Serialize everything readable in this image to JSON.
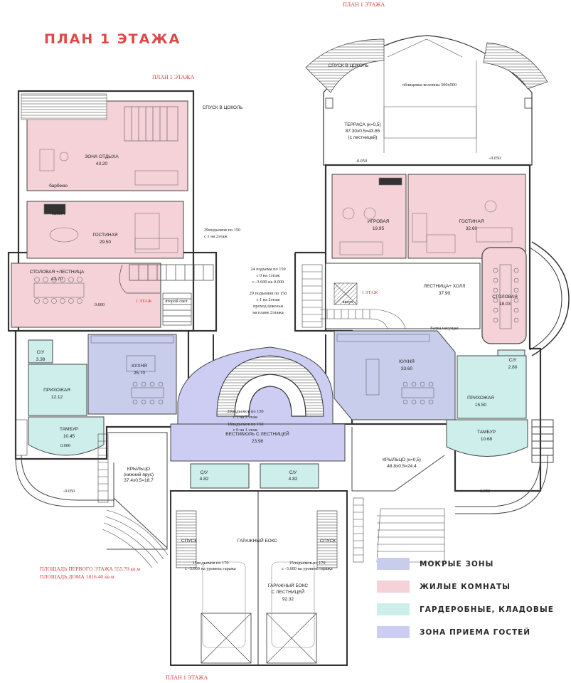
{
  "title": "ПЛАН 1 ЭТАЖА",
  "sheet_label": "ПЛАН 1 ЭТАЖА",
  "rooms": {
    "zona_otdyha": {
      "name": "ЗОНА ОТДЫХА",
      "area": "43.20"
    },
    "barbecue": {
      "name": "барбекю"
    },
    "kamin": {
      "name": "камин"
    },
    "gostinaya_left": {
      "name": "ГОСТИНАЯ",
      "area": "29.50"
    },
    "stolovaya_left": {
      "name": "СТОЛОВАЯ +ЛЕСТНИЦА",
      "area": "43.70"
    },
    "su_left": {
      "name": "С/У",
      "area": "3.38"
    },
    "kuhnya_left": {
      "name": "КУХНЯ",
      "area": "25.70"
    },
    "prihozhaya_left": {
      "name": "ПРИХОЖАЯ",
      "area": "12.12"
    },
    "tambur_left": {
      "name": "ТАМБУР",
      "area": "10.45"
    },
    "kryltso_left": {
      "name": "КРЫЛЬЦО",
      "sub": "(нижний ярус)",
      "area": "37.4х0.5=18.7"
    },
    "vestibul": {
      "name": "ВЕСТИБЮЛЬ С ЛЕСТНИЦЕЙ",
      "area": "23.98"
    },
    "su_c1": {
      "name": "С/У",
      "area": "4.82"
    },
    "su_c2": {
      "name": "С/У",
      "area": "4.82"
    },
    "garage": {
      "name": "ГАРАЖНЫЙ БОКС"
    },
    "garage_stairs": {
      "name": "ГАРАЖНЫЙ БОКС",
      "sub": "С ЛЕСТНИЦЕЙ",
      "area": "92.32"
    },
    "terrasa": {
      "name": "ТЕРРАСА (к=0,5)",
      "area": "87.30х0.5=43.65",
      "sub": "(с лестницей)"
    },
    "igrovaya": {
      "name": "ИГРОВАЯ",
      "area": "19.95"
    },
    "gostinaya_right": {
      "name": "ГОСТИНАЯ",
      "area": "32.60"
    },
    "lestnica_holl": {
      "name": "ЛЕСТНИЦА+ ХОЛЛ",
      "area": "37.90"
    },
    "stolovaya_right": {
      "name": "СТОЛОВАЯ",
      "area": "18.03"
    },
    "kuhnya_right": {
      "name": "КУХНЯ",
      "area": "33.60"
    },
    "su_right": {
      "name": "С/У",
      "area": "2.80"
    },
    "prihozhaya_right": {
      "name": "ПРИХОЖАЯ",
      "area": "15.50"
    },
    "tambur_right": {
      "name": "ТАМБУР",
      "area": "10.68"
    },
    "kryltso_right": {
      "name": "КРЫЛЬЦО (к=0,5)",
      "area": "48.8х0.5=24.4"
    }
  },
  "notes": {
    "spusk_tsokol_left": "СПУСК В ЦОКОЛЬ",
    "spusk_tsokol_right": "СПУСК В ЦОКОЛЬ",
    "columns": "облицовка колонны 500х500",
    "stair_note_1a": "29подъемов по 150",
    "stair_note_1b": "с 1 на 2этаж",
    "stair_note_2a": "24 подъема по 150",
    "stair_note_2b": "с 0 на 1этаж",
    "stair_note_2c": "с -3.600 на 0.000",
    "stair_note_3a": "29 подъемов по 150",
    "stair_note_3b": "с 1 на 2этаж",
    "stair_note_3c": "проход цокольн",
    "stair_note_3d": "на плане 2этажа",
    "stair_note_4a": "20подъемов по 150",
    "stair_note_4b": "с 1 на 2 этаж",
    "stair_note_4c": "18подъемов по 150",
    "stair_note_4d": "с 0 на 1 этаж",
    "garage_note_1a": "15подъемов по 170",
    "garage_note_1b": "с -3.600 на уровень гаража",
    "garage_note_2a": "15подъемов по 170",
    "garage_note_2b": "с -3.600 на уровень гаража",
    "vtoroy_svet": "второй свет",
    "balka": "балка несущая",
    "etazh_1a": "1 ЭТАЖ",
    "etazh_1b": "1 ЭТАЖ",
    "spusk_a": "СПУСК",
    "spusk_b": "СПУСК",
    "vverh": "вверх"
  },
  "levels": {
    "l_0000_a": "0.000",
    "l_0000_b": "0.000",
    "l_m0050_a": "-0.050",
    "l_m0050_b": "-0.050",
    "l_m0050_c": "-0.050",
    "l_m0050_d": "-0.050"
  },
  "summary": {
    "floor_area": "ПЛОЩАДЬ ПЕРВОГО ЭТАЖА  555.70 кв.м",
    "house_area": "ПЛОЩАДЬ ДОМА  1816.40  кв.м"
  },
  "legend": [
    {
      "label": "МОКРЫЕ ЗОНЫ",
      "color": "#c8cdec"
    },
    {
      "label": "ЖИЛЫЕ КОМНАТЫ",
      "color": "#f4d2d8"
    },
    {
      "label": "ГАРДЕРОБНЫЕ, КЛАДОВЫЕ",
      "color": "#cdeeea"
    },
    {
      "label": "ЗОНА ПРИЕМА ГОСТЕЙ",
      "color": "#cdcdf3"
    }
  ],
  "colors": {
    "wet": "#c8cdec",
    "living": "#f4d2d8",
    "storage": "#cdeeea",
    "guest": "#cdcdf3",
    "title": "#e04848"
  }
}
